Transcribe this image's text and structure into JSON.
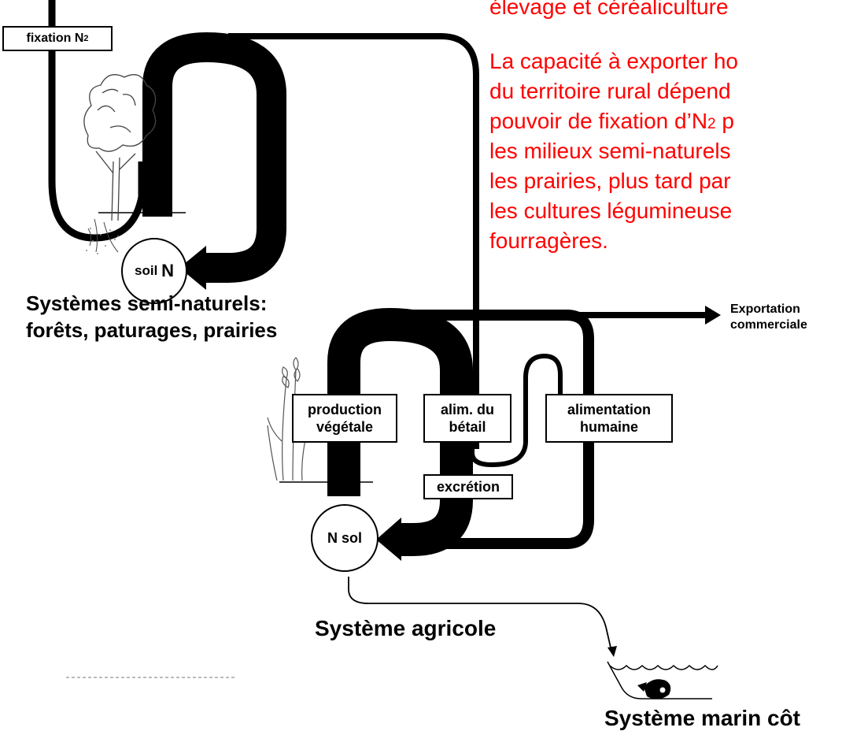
{
  "top_text": {
    "line0": "élevage et céréaliculture",
    "paragraph": [
      "La capacité à exporter ho",
      "du territoire rural dépend",
      "pouvoir de fixation d’N",
      "les milieux semi-naturels",
      "les prairies, plus tard par",
      "les cultures légumineuse",
      "fourragères."
    ],
    "sub_2": "2",
    "line3_tail": " p",
    "color": "#ff0000"
  },
  "labels": {
    "fixation": "fixation N",
    "fixation_sub": "2",
    "soil_n_prefix": "soil ",
    "soil_n_main": "N",
    "semi_natural_line1": "Systèmes semi-naturels:",
    "semi_natural_line2": "forêts, paturages, prairies",
    "export_line1": "Exportation",
    "export_line2": "commerciale",
    "production_line1": "production",
    "production_line2": "végétale",
    "alim_betail_line1": "alim. du",
    "alim_betail_line2": "bétail",
    "alim_humaine_line1": "alimentation",
    "alim_humaine_line2": "humaine",
    "excretion": "excrétion",
    "n_sol": "N sol",
    "agricole": "Système agricole",
    "marin": "Système marin côt"
  },
  "icons": [
    "tree-icon",
    "wheat-icon",
    "fish-icon",
    "water-waves-icon"
  ]
}
